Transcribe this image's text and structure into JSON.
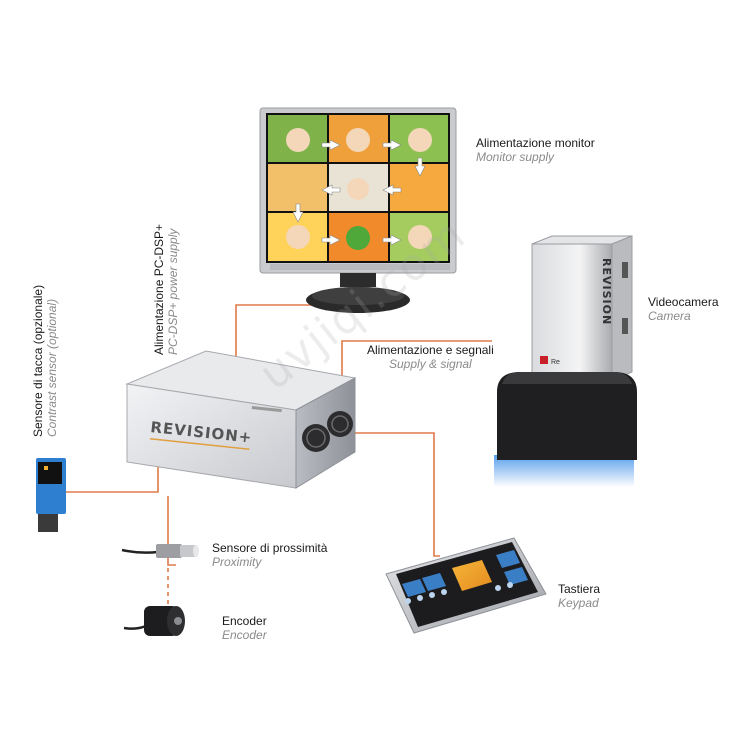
{
  "labels": {
    "monitor": {
      "it": "Alimentazione monitor",
      "en": "Monitor supply"
    },
    "pc": {
      "it": "Alimentazione PC-DSP+",
      "en": "PC-DSP+ power supply"
    },
    "signal": {
      "it": "Alimentazione e segnali",
      "en": "Supply & signal"
    },
    "camera": {
      "it": "Videocamera",
      "en": "Camera"
    },
    "contrast": {
      "it": "Sensore di tacca (opzionale)",
      "en": "Contrast sensor (optional)"
    },
    "proximity": {
      "it": "Sensore di prossimità",
      "en": "Proximity"
    },
    "encoder": {
      "it": "Encoder",
      "en": "Encoder"
    },
    "keypad": {
      "it": "Tastiera",
      "en": "Keypad"
    }
  },
  "devices": {
    "pc_brand": "REVISION+",
    "camera_brand": "REVISION",
    "camera_badge": "Re"
  },
  "watermark": "uvjiqi.com",
  "colors": {
    "connector": "#e07a4a",
    "camera_glow": "#3a8ee8",
    "sensor_blue": "#2f7fd0"
  }
}
